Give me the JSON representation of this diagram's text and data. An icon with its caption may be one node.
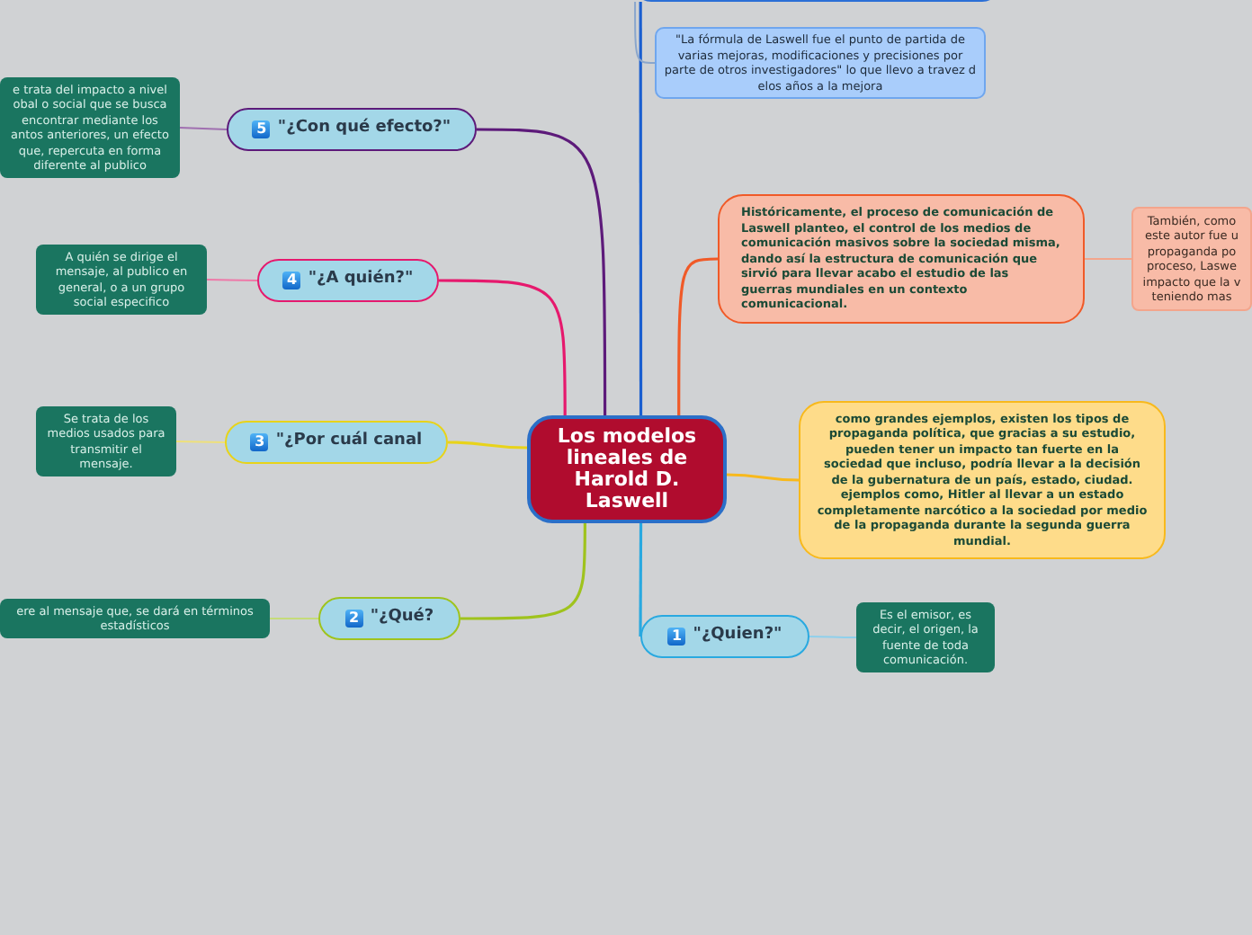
{
  "diagram": {
    "nodes": [
      {
        "text": [
          "Los modelos lineales de Harold D. Laswell"
        ]
      },
      {
        "text": [],
        "shape": "box"
      },
      {
        "text": [
          "\"La fórmula de Laswell fue el punto de partida de varias mejoras, modificaciones y precisiones por parte de otros investigadores\" lo que llevo a travez d elos años a la mejora"
        ]
      },
      {
        "text": [
          "Históricamente, el proceso de comunicación de Laswell planteo, el control de los medios de comunicación masivos sobre la sociedad misma, dando así la estructura de comunicación que sirvió para llevar acabo el estudio de las guerras mundiales en un contexto comunicacional."
        ]
      },
      {
        "text": [
          "También, como este autor fue u propaganda po proceso, Laswe impacto que la v teniendo mas"
        ]
      },
      {
        "text": [
          "como grandes ejemplos, existen los tipos de propaganda política, que gracias a su estudio, pueden tener un impacto tan fuerte en la sociedad que incluso, podría llevar a la decisión de la gubernatura de un país, estado, ciudad. ejemplos como, Hitler al llevar a un estado completamente narcótico a la sociedad por medio de la propaganda durante la segunda guerra mundial."
        ]
      },
      {
        "text": [
          "1",
          "\"¿Quien?\""
        ]
      },
      {
        "text": [
          "Es el emisor, es decir, el origen, la fuente de toda comunicación."
        ]
      },
      {
        "text": [
          "2",
          "\"¿Qué?"
        ]
      },
      {
        "text": [
          "ere al mensaje que, se dará en términos estadísticos"
        ]
      },
      {
        "text": [
          "3",
          "\"¿Por cuál canal"
        ]
      },
      {
        "text": [
          "Se trata de los medios usados para transmitir el mensaje."
        ]
      },
      {
        "text": [
          "4",
          "\"¿A quién?\""
        ]
      },
      {
        "text": [
          "A quién se dirige el mensaje, al publico en general, o a un grupo social especifico"
        ]
      },
      {
        "text": [
          "5",
          "\"¿Con qué efecto?\""
        ]
      },
      {
        "text": [
          "e trata del impacto a nivel obal o social que se busca encontrar mediante los antos anteriores, un efecto que, repercuta en forma diferente al publico"
        ]
      }
    ],
    "edges": [
      {
        "from": 0,
        "to": 1,
        "arrow": "none",
        "color": "#1a5fd0"
      },
      {
        "from": 1,
        "to": 2,
        "arrow": "none",
        "color": "#8aa6cc"
      },
      {
        "from": 0,
        "to": 3,
        "arrow": "none",
        "color": "#f05a28"
      },
      {
        "from": 3,
        "to": 4,
        "arrow": "none",
        "color": "#f3a58c"
      },
      {
        "from": 0,
        "to": 5,
        "arrow": "none",
        "color": "#f8b91c"
      },
      {
        "from": 0,
        "to": 6,
        "arrow": "none",
        "color": "#29a9e0"
      },
      {
        "from": 6,
        "to": 7,
        "arrow": "none",
        "color": "#8fd0ec"
      },
      {
        "from": 0,
        "to": 8,
        "arrow": "none",
        "color": "#9fc31d"
      },
      {
        "from": 8,
        "to": 9,
        "arrow": "none",
        "color": "#c5dc7a"
      },
      {
        "from": 0,
        "to": 10,
        "arrow": "none",
        "color": "#e8d31a"
      },
      {
        "from": 10,
        "to": 11,
        "arrow": "none",
        "color": "#eee07a"
      },
      {
        "from": 0,
        "to": 12,
        "arrow": "none",
        "color": "#e6196d"
      },
      {
        "from": 12,
        "to": 13,
        "arrow": "none",
        "color": "#ee79a8"
      },
      {
        "from": 0,
        "to": 14,
        "arrow": "none",
        "color": "#5d1a7a"
      },
      {
        "from": 14,
        "to": 15,
        "arrow": "none",
        "color": "#a070b0"
      }
    ]
  }
}
